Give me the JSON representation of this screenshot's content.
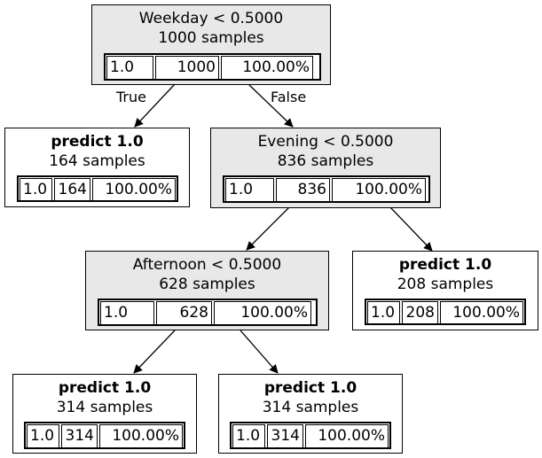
{
  "nodes": {
    "root": {
      "title": "Weekday < 0.5000",
      "samples": "1000 samples",
      "cells": [
        "1.0",
        "1000",
        "100.00%"
      ]
    },
    "n1": {
      "title": "predict 1.0",
      "samples": "164 samples",
      "cells": [
        "1.0",
        "164",
        "100.00%"
      ]
    },
    "n2": {
      "title": "Evening < 0.5000",
      "samples": "836 samples",
      "cells": [
        "1.0",
        "836",
        "100.00%"
      ]
    },
    "n3": {
      "title": "Afternoon < 0.5000",
      "samples": "628 samples",
      "cells": [
        "1.0",
        "628",
        "100.00%"
      ]
    },
    "n4": {
      "title": "predict 1.0",
      "samples": "208 samples",
      "cells": [
        "1.0",
        "208",
        "100.00%"
      ]
    },
    "n5": {
      "title": "predict 1.0",
      "samples": "314 samples",
      "cells": [
        "1.0",
        "314",
        "100.00%"
      ]
    },
    "n6": {
      "title": "predict 1.0",
      "samples": "314 samples",
      "cells": [
        "1.0",
        "314",
        "100.00%"
      ]
    }
  },
  "edge_labels": {
    "true_label": "True",
    "false_label": "False"
  }
}
